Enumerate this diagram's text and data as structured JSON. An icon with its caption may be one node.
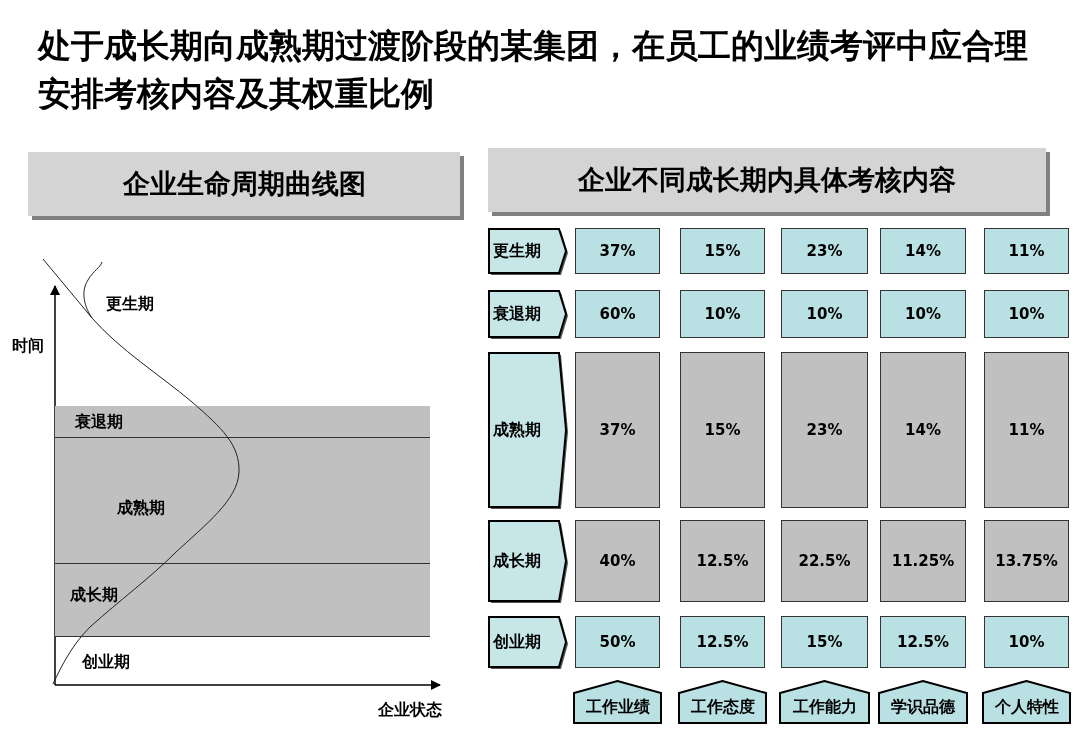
{
  "diagram": {
    "title": "处于成长期向成熟期过渡阶段的某集团，在员工的业绩考评中应合理安排考核内容及其权重比例",
    "nodes": [
      {
        "text": [
          "企业生命周期曲线图"
        ]
      },
      {
        "text": [
          "企业不同成长期内具体考核内容"
        ]
      },
      {
        "text": [
          "衰退期"
        ]
      },
      {
        "text": [
          "成熟期"
        ]
      },
      {
        "text": [
          "成长期"
        ]
      },
      {
        "text": [
          "更生期"
        ]
      },
      {
        "text": [
          "37%"
        ]
      },
      {
        "text": [
          "15%"
        ]
      },
      {
        "text": [
          "23%"
        ]
      },
      {
        "text": [
          "14%"
        ]
      },
      {
        "text": [
          "11%"
        ]
      },
      {
        "text": [
          "衰退期"
        ]
      },
      {
        "text": [
          "60%"
        ]
      },
      {
        "text": [
          "10%"
        ]
      },
      {
        "text": [
          "10%"
        ]
      },
      {
        "text": [
          "10%"
        ]
      },
      {
        "text": [
          "10%"
        ]
      },
      {
        "text": [
          "成熟期"
        ]
      },
      {
        "text": [
          "37%"
        ]
      },
      {
        "text": [
          "15%"
        ]
      },
      {
        "text": [
          "23%"
        ]
      },
      {
        "text": [
          "14%"
        ]
      },
      {
        "text": [
          "11%"
        ]
      },
      {
        "text": [
          "成长期"
        ]
      },
      {
        "text": [
          "40%"
        ]
      },
      {
        "text": [
          "12.5%"
        ]
      },
      {
        "text": [
          "22.5%"
        ]
      },
      {
        "text": [
          "11.25%"
        ]
      },
      {
        "text": [
          "13.75%"
        ]
      },
      {
        "text": [
          "创业期"
        ]
      },
      {
        "text": [
          "50%"
        ]
      },
      {
        "text": [
          "12.5%"
        ]
      },
      {
        "text": [
          "15%"
        ]
      },
      {
        "text": [
          "12.5%"
        ]
      },
      {
        "text": [
          "10%"
        ]
      },
      {
        "text": [
          "工作业绩"
        ]
      },
      {
        "text": [
          "工作态度"
        ]
      },
      {
        "text": [
          "工作能力"
        ]
      },
      {
        "text": [
          "学识品德"
        ]
      },
      {
        "text": [
          "个人特性"
        ]
      }
    ],
    "labels": [
      "更生期",
      "时间",
      "创业期",
      "企业状态"
    ]
  }
}
